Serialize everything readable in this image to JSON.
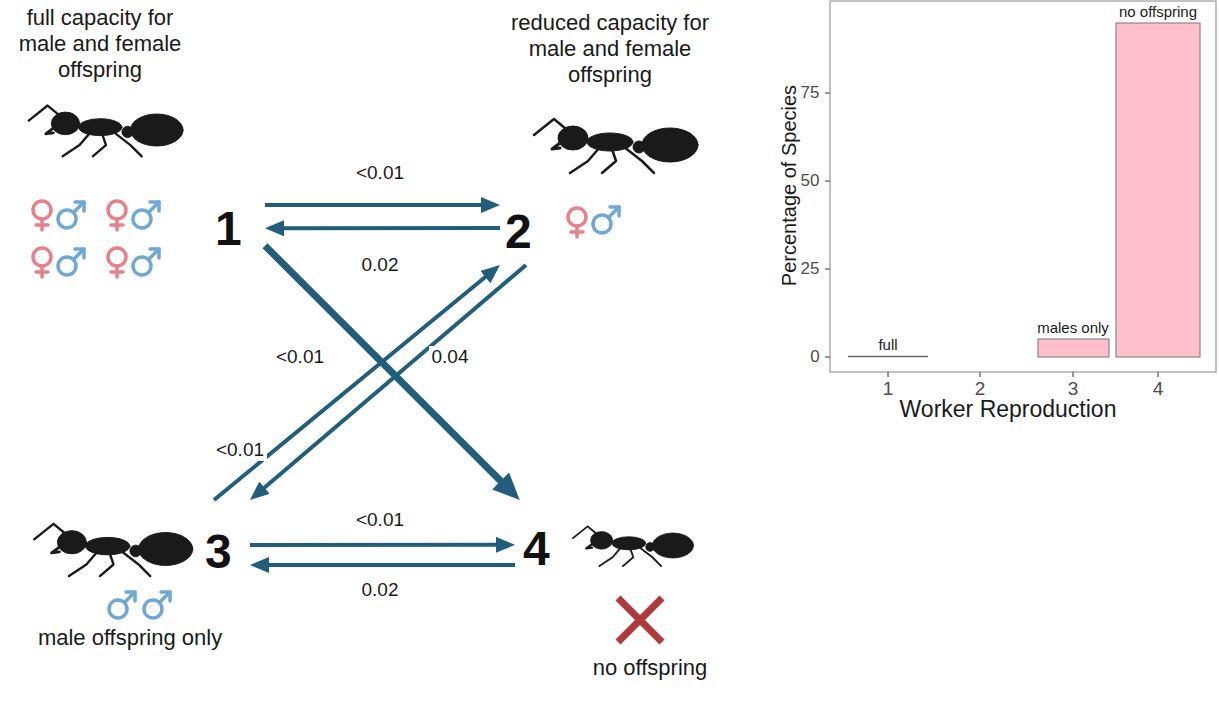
{
  "diagram": {
    "nodes": [
      {
        "text": [
          "full capacity for male and female offspring",
          "1"
        ]
      },
      {
        "text": [
          "reduced capacity for male and female offspring",
          "2"
        ]
      },
      {
        "text": [
          "3",
          "male offspring only"
        ]
      },
      {
        "text": [
          "4",
          "no offspring"
        ]
      }
    ],
    "edges": [
      {
        "from": 0,
        "to": 1,
        "label": "<0.01",
        "arrow": "to"
      },
      {
        "from": 1,
        "to": 0,
        "label": "0.02",
        "arrow": "to"
      },
      {
        "from": 0,
        "to": 3,
        "label": "<0.01",
        "arrow": "to"
      },
      {
        "from": 1,
        "to": 2,
        "label": "0.04",
        "arrow": "to"
      },
      {
        "from": 2,
        "to": 1,
        "label": "<0.01",
        "arrow": "to"
      },
      {
        "from": 2,
        "to": 3,
        "label": "<0.01",
        "arrow": "to"
      },
      {
        "from": 3,
        "to": 2,
        "label": "0.02",
        "arrow": "to"
      }
    ],
    "labels": [
      "Percentage of Species",
      "0",
      "25",
      "50",
      "75",
      "full",
      "males only",
      "no offspring",
      "1",
      "2",
      "3",
      "4",
      "Worker Reproduction"
    ]
  }
}
